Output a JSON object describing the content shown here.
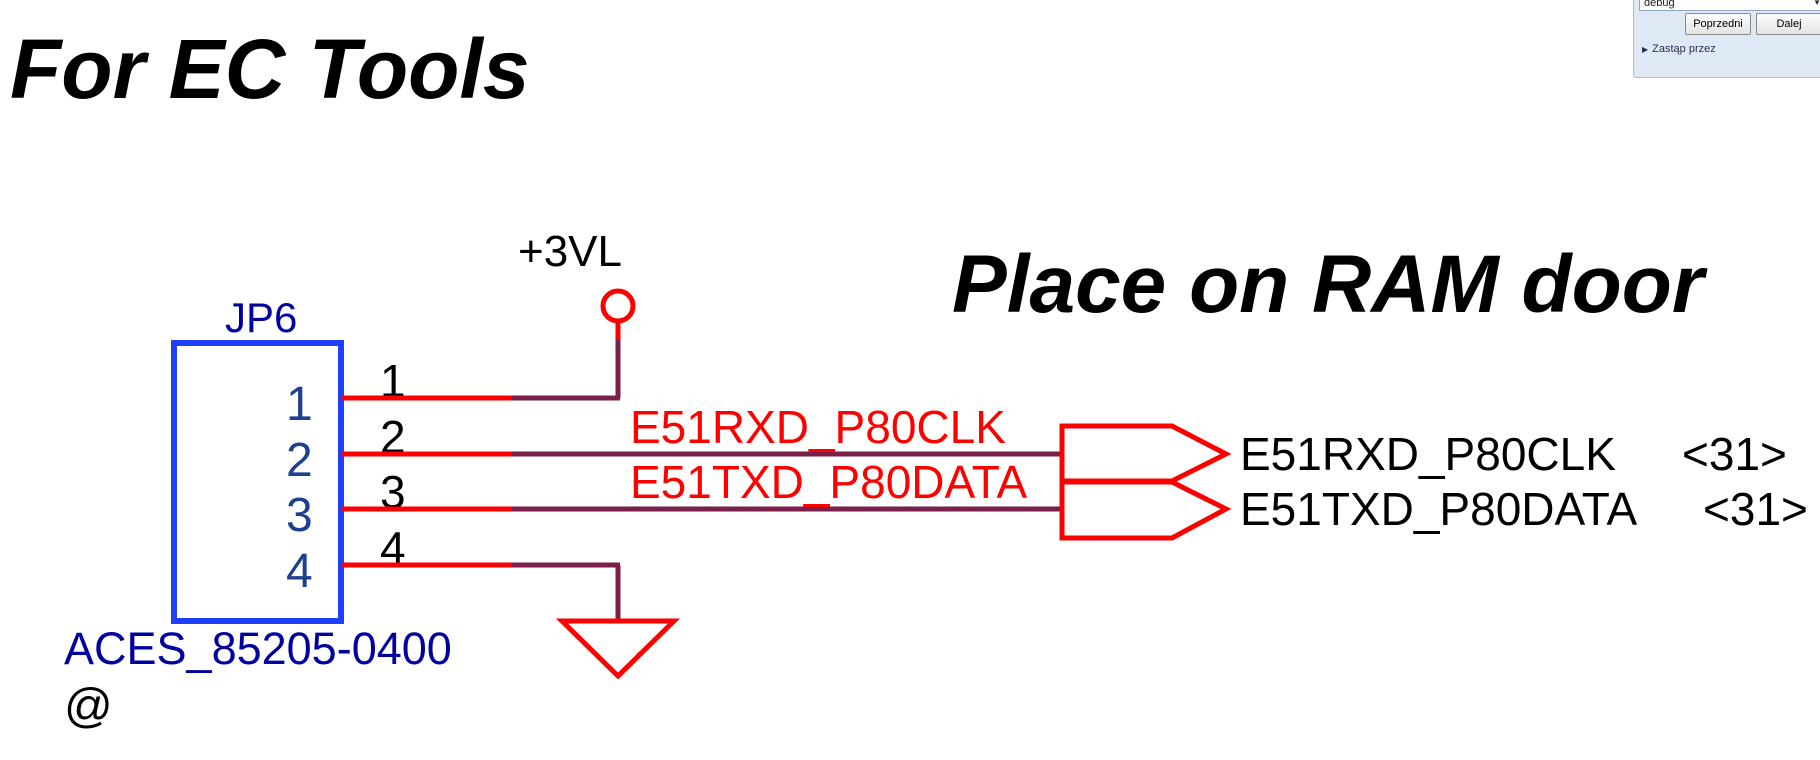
{
  "schematic": {
    "title": "For EC Tools",
    "note": "Place on RAM door",
    "connector": {
      "refdes": "JP6",
      "part_number": "ACES_85205-0400",
      "assembly_mark": "@",
      "pins": [
        {
          "number": "1",
          "net_pin_label": "1"
        },
        {
          "number": "2",
          "net_pin_label": "2"
        },
        {
          "number": "3",
          "net_pin_label": "3"
        },
        {
          "number": "4",
          "net_pin_label": "4"
        }
      ]
    },
    "power_net": "+3VL",
    "nets": [
      {
        "name": "E51RXD_P80CLK",
        "offpage_label": "E51RXD_P80CLK",
        "offpage_ref": "<31>"
      },
      {
        "name": "E51TXD_P80DATA",
        "offpage_label": "E51TXD_P80DATA",
        "offpage_ref": "<31>"
      }
    ],
    "colors": {
      "wire": "#ff0000",
      "wire_extension": "#7a1f4a",
      "component": "#1f3fff",
      "text_blue": "#0000a0"
    }
  },
  "find_dialog": {
    "search_value": "debug",
    "previous_button": "Poprzedni",
    "next_button": "Dalej",
    "replace_toggle": "Zastąp przez"
  }
}
